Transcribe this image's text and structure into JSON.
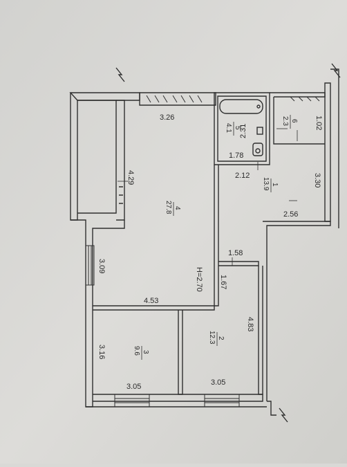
{
  "plan": {
    "height_label": "H=2.70",
    "dimensions": {
      "living_top_width": "3.26",
      "living_left_height": "4.29",
      "loggia_left_height": "3.09",
      "living_bottom_width": "4.53",
      "bath_width": "1.78",
      "bath_height": "2.31",
      "wc_width": "1.02",
      "corridor_top": "2.12",
      "corridor_right": "3.30",
      "corridor_mid": "2.56",
      "passage_width": "1.58",
      "passage_height": "1.67",
      "bedroom2_height": "4.83",
      "bedroom3_height": "3.16",
      "bedroom3_width": "3.05",
      "bedroom2_width": "3.05"
    },
    "rooms": [
      {
        "num": "1",
        "area": "13.9"
      },
      {
        "num": "2",
        "area": "12.3"
      },
      {
        "num": "3",
        "area": "9.6"
      },
      {
        "num": "4",
        "area": "27.8"
      },
      {
        "num": "5",
        "area": "4.1"
      },
      {
        "num": "6",
        "area": "2.3"
      }
    ]
  },
  "colors": {
    "paper": "#d9d9d6",
    "wall": "#2f2f2f",
    "text": "#2a2a2a"
  }
}
